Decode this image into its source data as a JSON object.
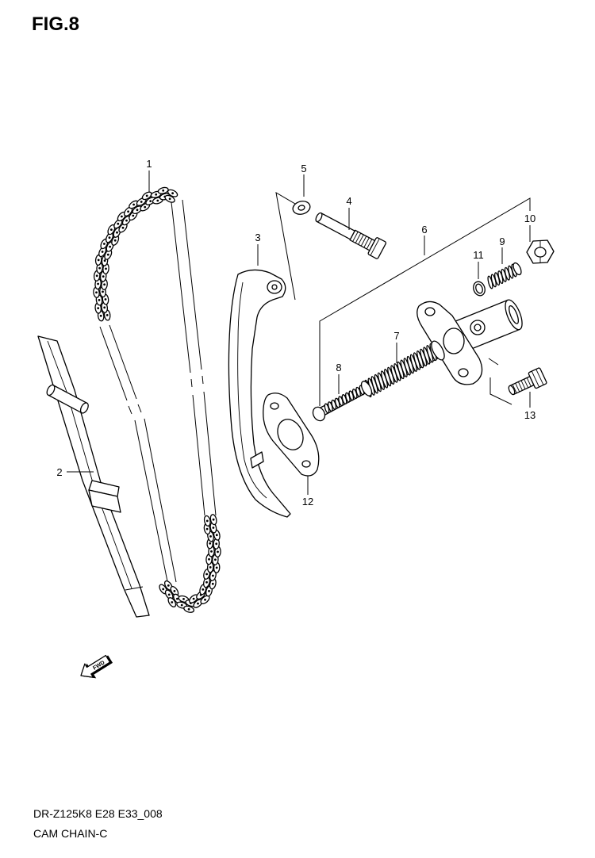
{
  "figure_label": "FIG.8",
  "callouts": [
    "1",
    "2",
    "3",
    "4",
    "5",
    "6",
    "7",
    "8",
    "9",
    "10",
    "11",
    "12",
    "13"
  ],
  "fwd_label": "FWD",
  "footer": {
    "code": "DR-Z125K8 E28 E33_008",
    "title": "CAM CHAIN-C"
  }
}
